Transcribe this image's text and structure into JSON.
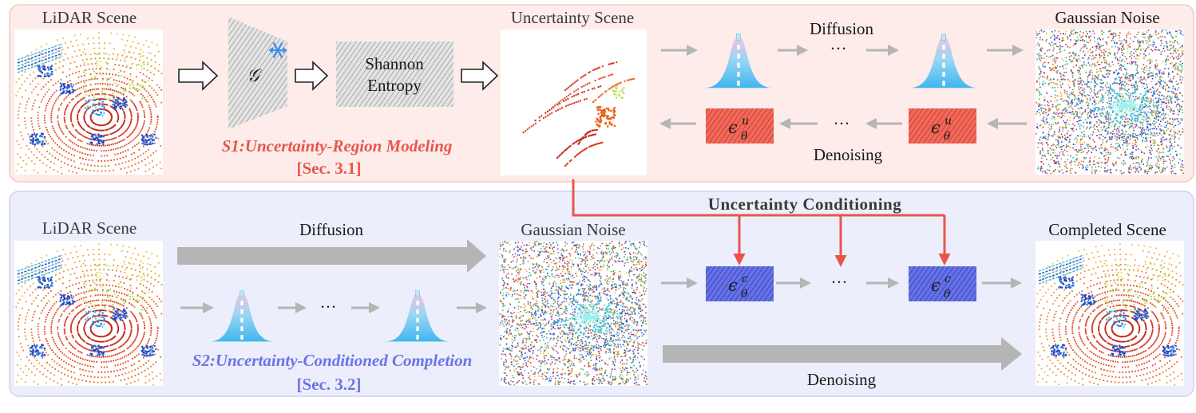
{
  "stage1": {
    "lidar_label": "LiDAR Scene",
    "encoder_symbol": "𝒢",
    "freeze_icon": "snowflake-icon",
    "entropy_line1": "Shannon",
    "entropy_line2": "Entropy",
    "uncertainty_label": "Uncertainty Scene",
    "diffusion_label": "Diffusion",
    "noise_label": "Gaussian Noise",
    "denoising_label": "Denoising",
    "ellipsis_top": "···",
    "ellipsis_bottom": "···",
    "eps_symbol": "ϵ",
    "eps_sup": "u",
    "eps_sub": "θ",
    "title": "S1:Uncertainty-Region Modeling",
    "section": "[Sec. 3.1]"
  },
  "stage2": {
    "lidar_label": "LiDAR Scene",
    "diffusion_label": "Diffusion",
    "noise_label": "Gaussian Noise",
    "conditioning_label": "Uncertainty Conditioning",
    "completed_label": "Completed Scene",
    "denoising_label": "Denoising",
    "ellipsis_left": "···",
    "ellipsis_right": "···",
    "eps_symbol": "ϵ",
    "eps_sup": "c",
    "eps_sub": "θ",
    "title": "S2:Uncertainty-Conditioned Completion",
    "section": "[Sec. 3.2]"
  },
  "colors": {
    "stage1_bg": "#fdecea",
    "stage2_bg": "#eceefb",
    "accent_red": "#e8564a",
    "accent_blue": "#6a74e8",
    "arrow_gray": "#b5b5b5"
  }
}
